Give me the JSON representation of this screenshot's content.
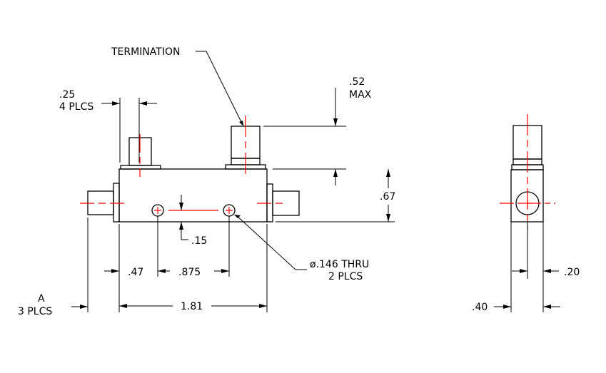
{
  "labels": {
    "termination": "TERMINATION",
    "max_height_value": ".52",
    "max_height_note": "MAX",
    "connector_width_value": ".25",
    "connector_width_note": "4 PLCS",
    "body_height": ".67",
    "hole_offset": ".15",
    "hole_note_line1": "ø.146 THRU",
    "hole_note_line2": "2 PLCS",
    "edge_to_hole": ".47",
    "hole_spacing": ".875",
    "overall_length": "1.81",
    "connector_a": "A",
    "connector_a_note": "3 PLCS",
    "side_width": ".40",
    "side_offset": ".20"
  },
  "colors": {
    "outline": "#000000",
    "centerline": "#ff0000"
  }
}
